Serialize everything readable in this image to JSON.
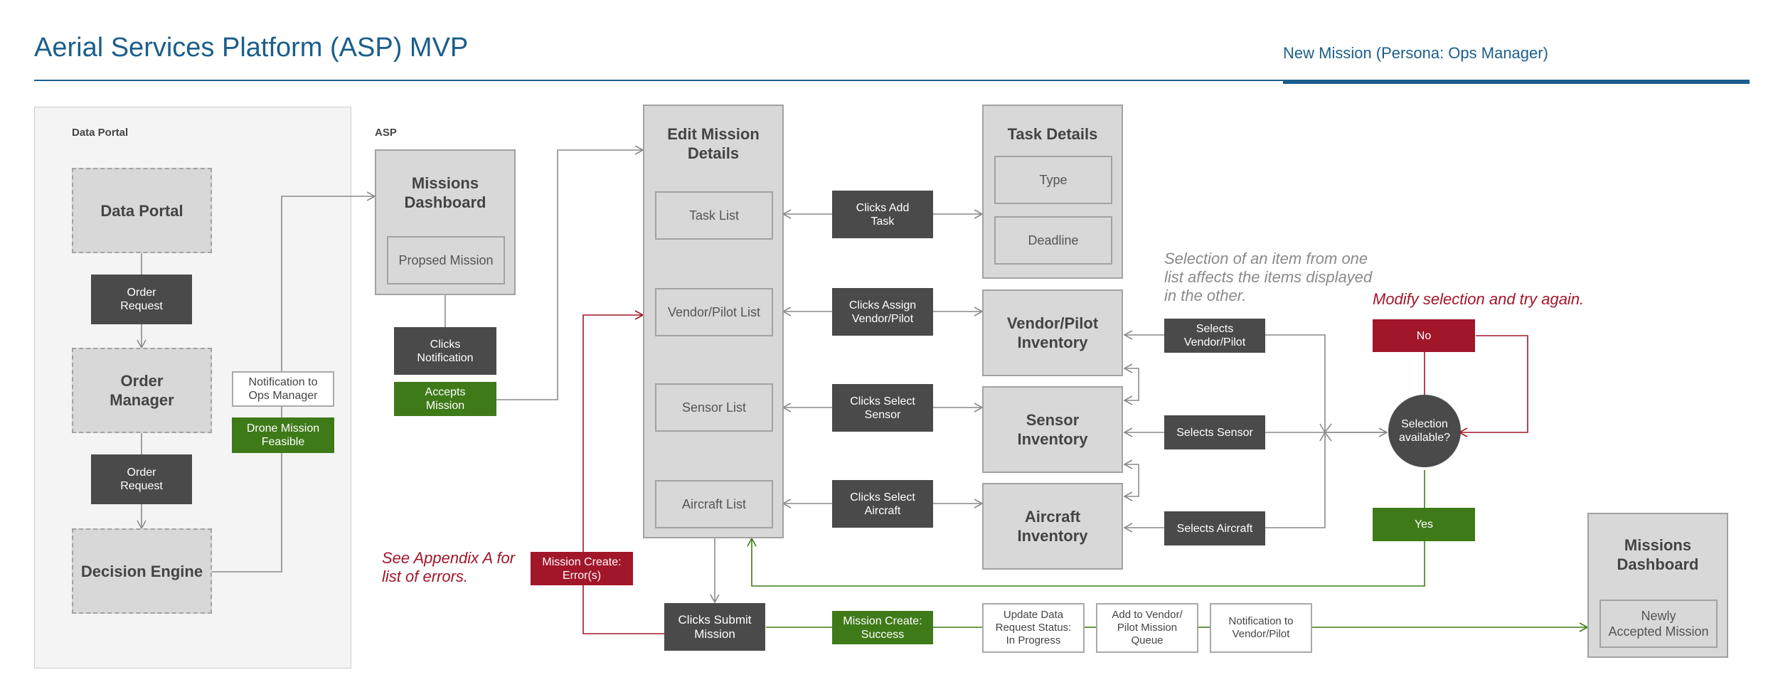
{
  "header": {
    "title": "Aerial Services Platform (ASP) MVP",
    "subtitle": "New Mission (Persona: Ops Manager)"
  },
  "sections": {
    "data_portal_label": "Data Portal",
    "asp_label": "ASP"
  },
  "data_portal": {
    "data_portal_box": "Data Portal",
    "order_request_1": "Order\nRequest",
    "order_manager_box": "Order\nManager",
    "order_request_2": "Order\nRequest",
    "decision_engine_box": "Decision Engine",
    "notification_ops": "Notification to\nOps Manager",
    "drone_feasible": "Drone Mission\nFeasible"
  },
  "missions_dashboard": {
    "title": "Missions\nDashboard",
    "proposed": "Propsed Mission",
    "clicks_notification": "Clicks\nNotification",
    "accepts_mission": "Accepts\nMission"
  },
  "edit_mission": {
    "title": "Edit Mission\nDetails",
    "task_list": "Task List",
    "vendor_pilot_list": "Vendor/Pilot List",
    "sensor_list": "Sensor List",
    "aircraft_list": "Aircraft List"
  },
  "actions": {
    "clicks_add_task": "Clicks Add\nTask",
    "clicks_assign_vendor": "Clicks Assign\nVendor/Pilot",
    "clicks_select_sensor": "Clicks Select\nSensor",
    "clicks_select_aircraft": "Clicks Select\nAircraft",
    "selects_vendor_pilot": "Selects\nVendor/Pilot",
    "selects_sensor": "Selects Sensor",
    "selects_aircraft": "Selects Aircraft",
    "clicks_submit_mission": "Clicks Submit\nMission"
  },
  "task_details": {
    "title": "Task Details",
    "type": "Type",
    "deadline": "Deadline"
  },
  "inventories": {
    "vendor_pilot": "Vendor/Pilot\nInventory",
    "sensor": "Sensor\nInventory",
    "aircraft": "Aircraft\nInventory"
  },
  "notes": {
    "selection_affects": "Selection of an item from one list affects the items displayed in the other.",
    "modify_selection": "Modify selection and try again.",
    "see_appendix": "See Appendix A for list of errors."
  },
  "decision": {
    "selection_available": "Selection\navailable?",
    "no": "No",
    "yes": "Yes"
  },
  "submission": {
    "mission_create_error": "Mission Create:\nError(s)",
    "mission_create_success": "Mission Create:\nSuccess",
    "update_data_request": "Update Data\nRequest Status:\nIn Progress",
    "add_to_vendor_queue": "Add to Vendor/\nPilot Mission\nQueue",
    "notification_vendor": "Notification to\nVendor/Pilot"
  },
  "final_dashboard": {
    "title": "Missions\nDashboard",
    "newly_accepted": "Newly\nAccepted Mission"
  },
  "colors": {
    "title_blue": "#1b5e8c",
    "dark_action": "#4a4a4a",
    "success_green": "#3f7a18",
    "error_red": "#a2162a",
    "box_gray": "#d8d8d8"
  }
}
